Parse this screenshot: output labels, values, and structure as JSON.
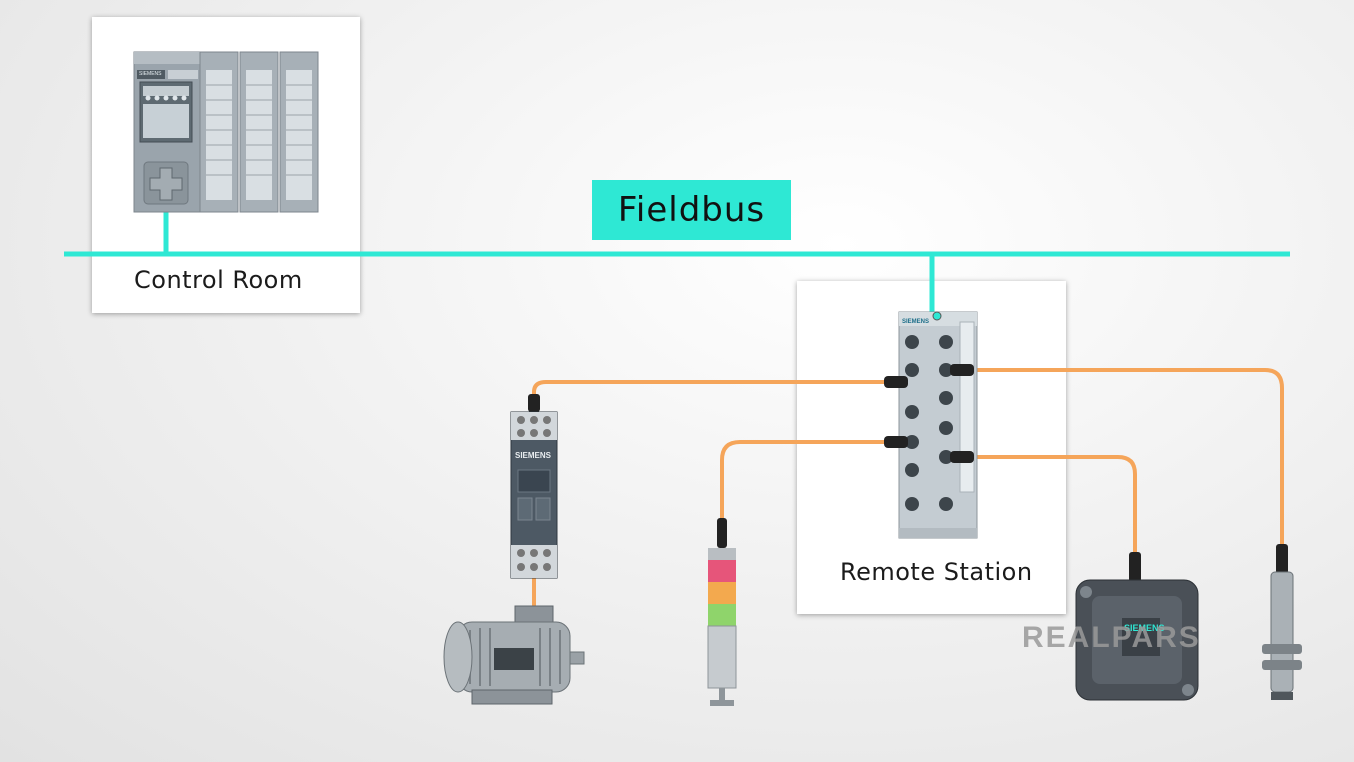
{
  "labels": {
    "fieldbus": "Fieldbus",
    "control_room": "Control Room",
    "remote_station": "Remote Station"
  },
  "brand": {
    "device_brand": "SIEMENS",
    "watermark": "REALPARS"
  },
  "colors": {
    "fieldbus_line": "#2ee8d4",
    "cable": "#f5a55a",
    "panel": "#ffffff"
  },
  "icons": [
    "plc-icon",
    "remote-io-module-icon",
    "motor-starter-icon",
    "motor-icon",
    "signal-tower-icon",
    "rfid-reader-icon",
    "proximity-sensor-icon"
  ]
}
